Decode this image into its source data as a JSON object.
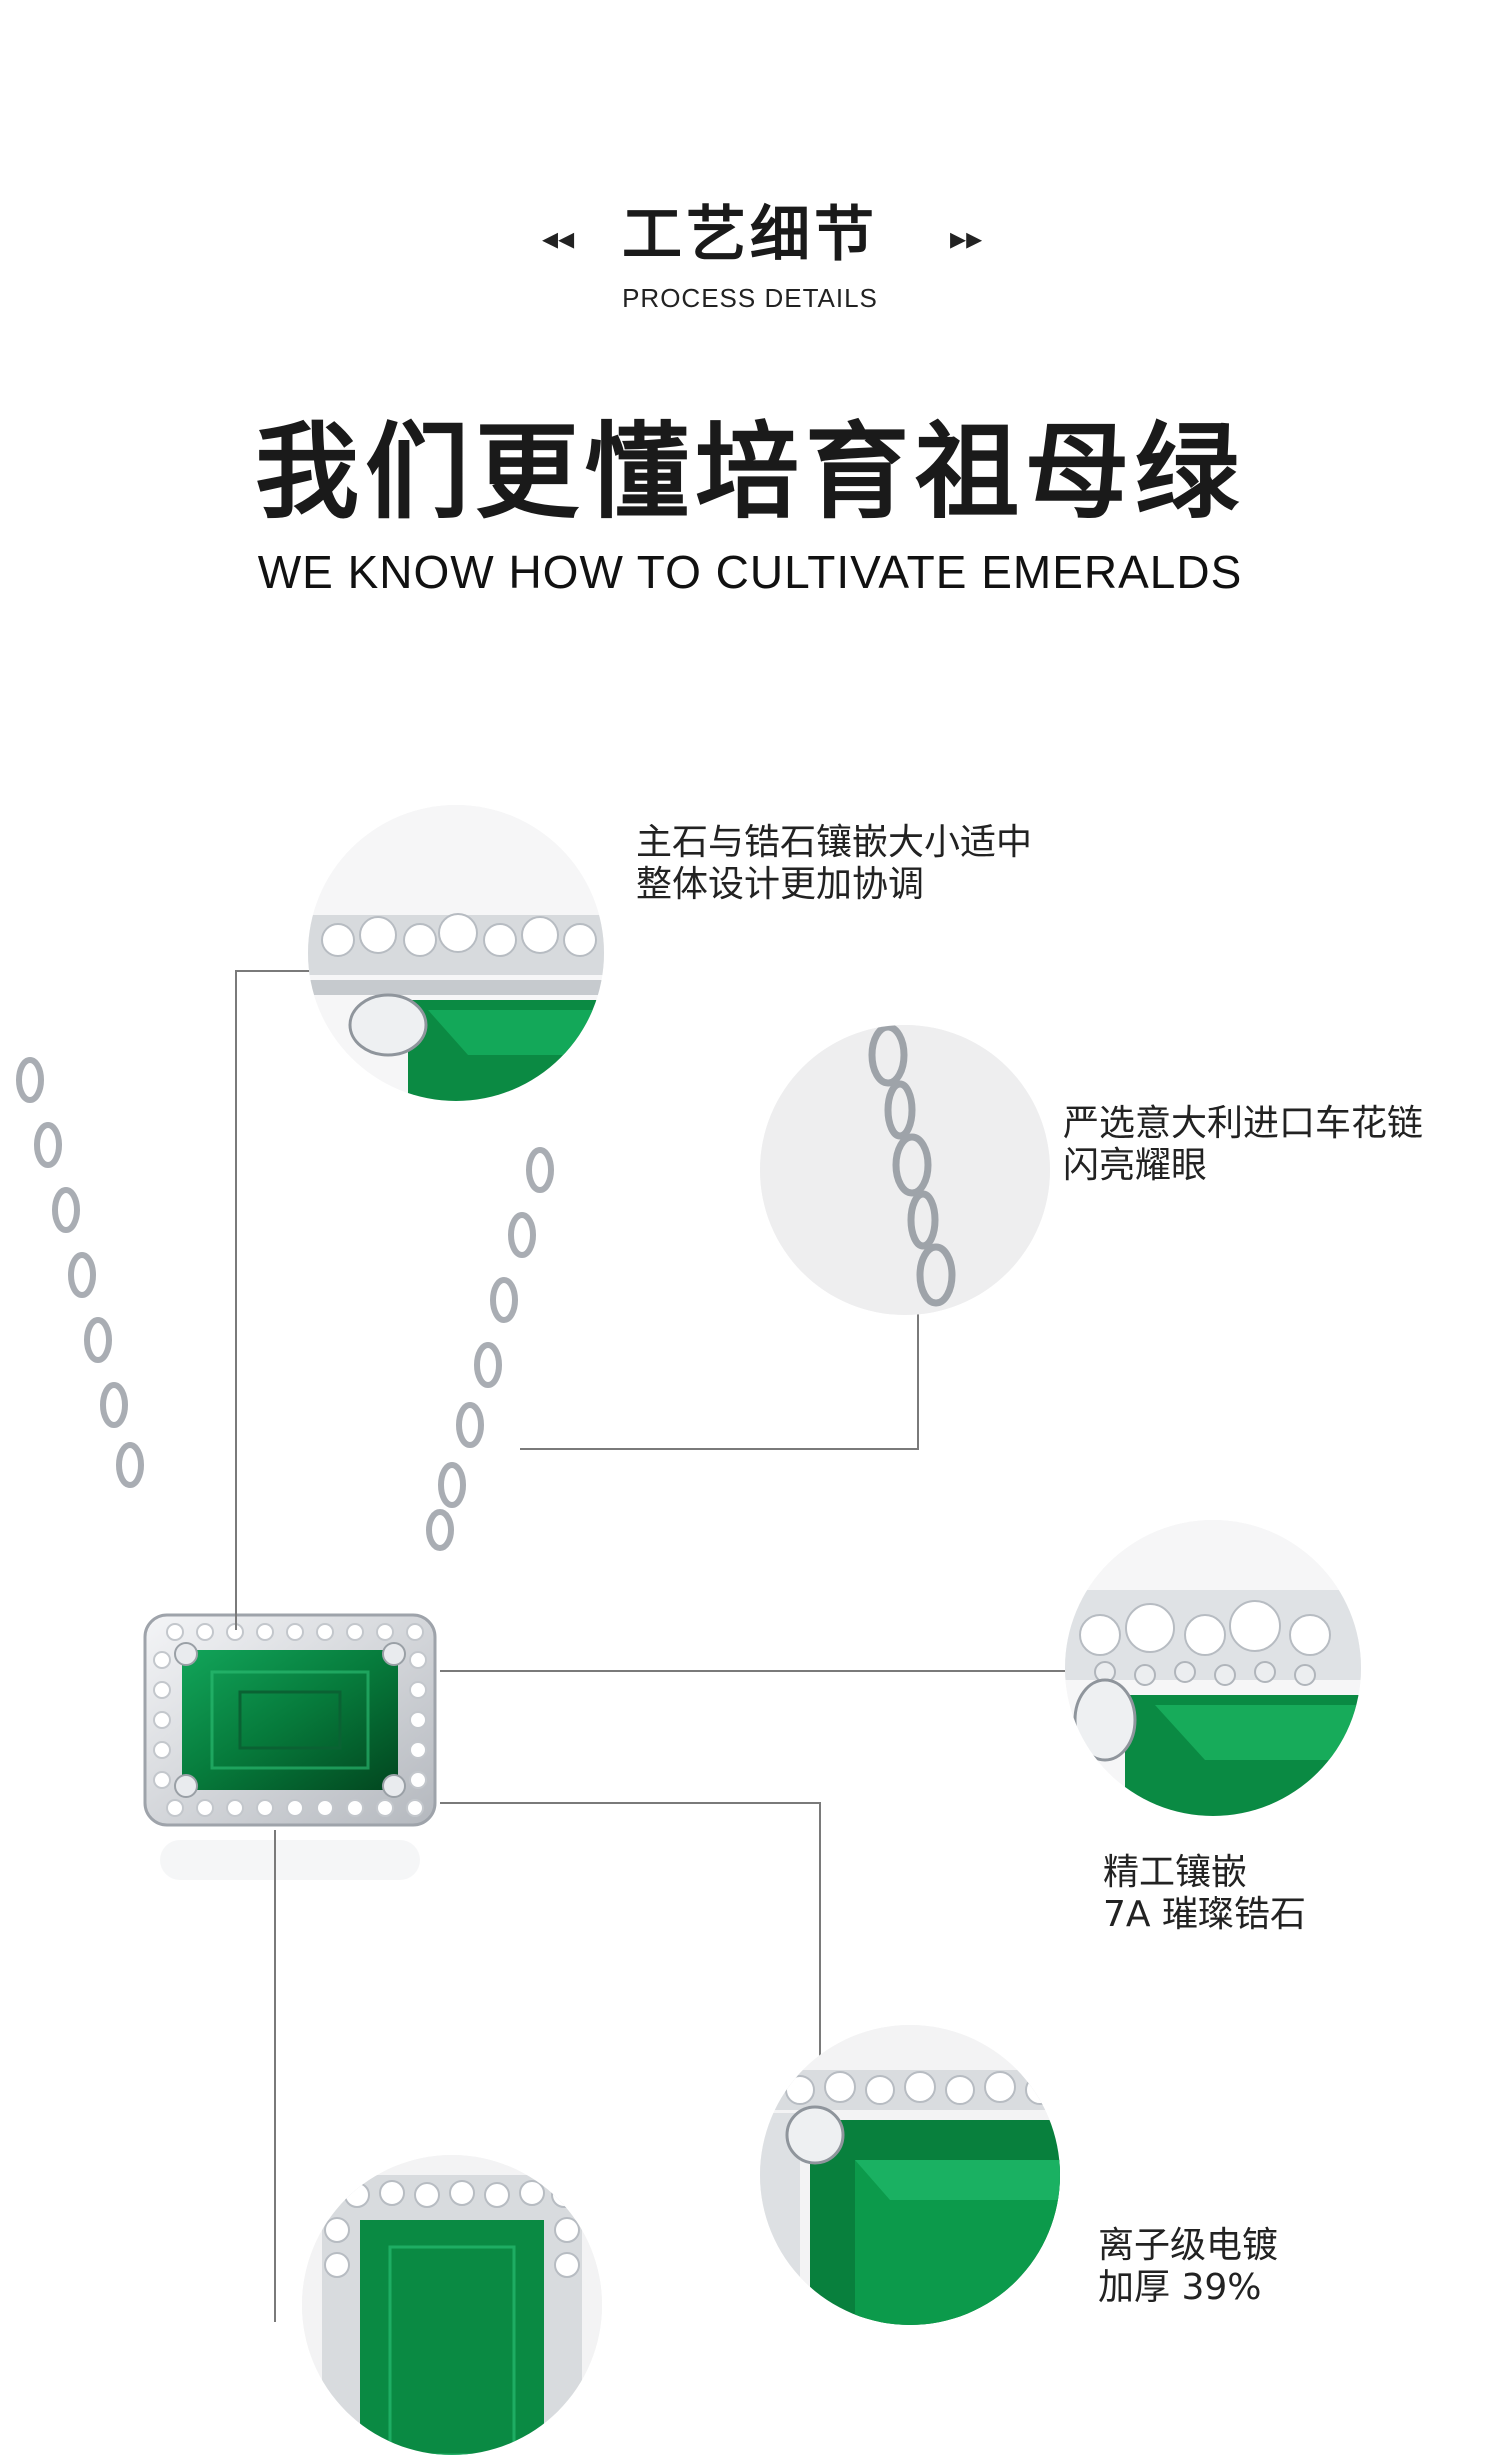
{
  "section": {
    "title": "工艺细节",
    "subtitle": "PROCESS DETAILS",
    "left_arrow": "◂◂",
    "right_arrow": "▸▸"
  },
  "headline": {
    "title": "我们更懂培育祖母绿",
    "subtitle": "WE KNOW HOW TO CULTIVATE EMERALDS"
  },
  "callouts": [
    {
      "line1": "主石与锆石镶嵌大小适中",
      "line2": "整体设计更加协调"
    },
    {
      "line1": "严选意大利进口车花链",
      "line2": "闪亮耀眼"
    },
    {
      "line1": "精工镶嵌",
      "line2": "7A 璀璨锆石"
    },
    {
      "line1": "离子级电镀",
      "line2": "加厚 39%"
    }
  ],
  "icons": {
    "prev": "double-arrow-left-icon",
    "next": "double-arrow-right-icon"
  },
  "colors": {
    "emerald": "#0e8a45",
    "emerald_dark": "#05542a",
    "silver": "#c9ccd1",
    "line": "#7a7a7a"
  }
}
